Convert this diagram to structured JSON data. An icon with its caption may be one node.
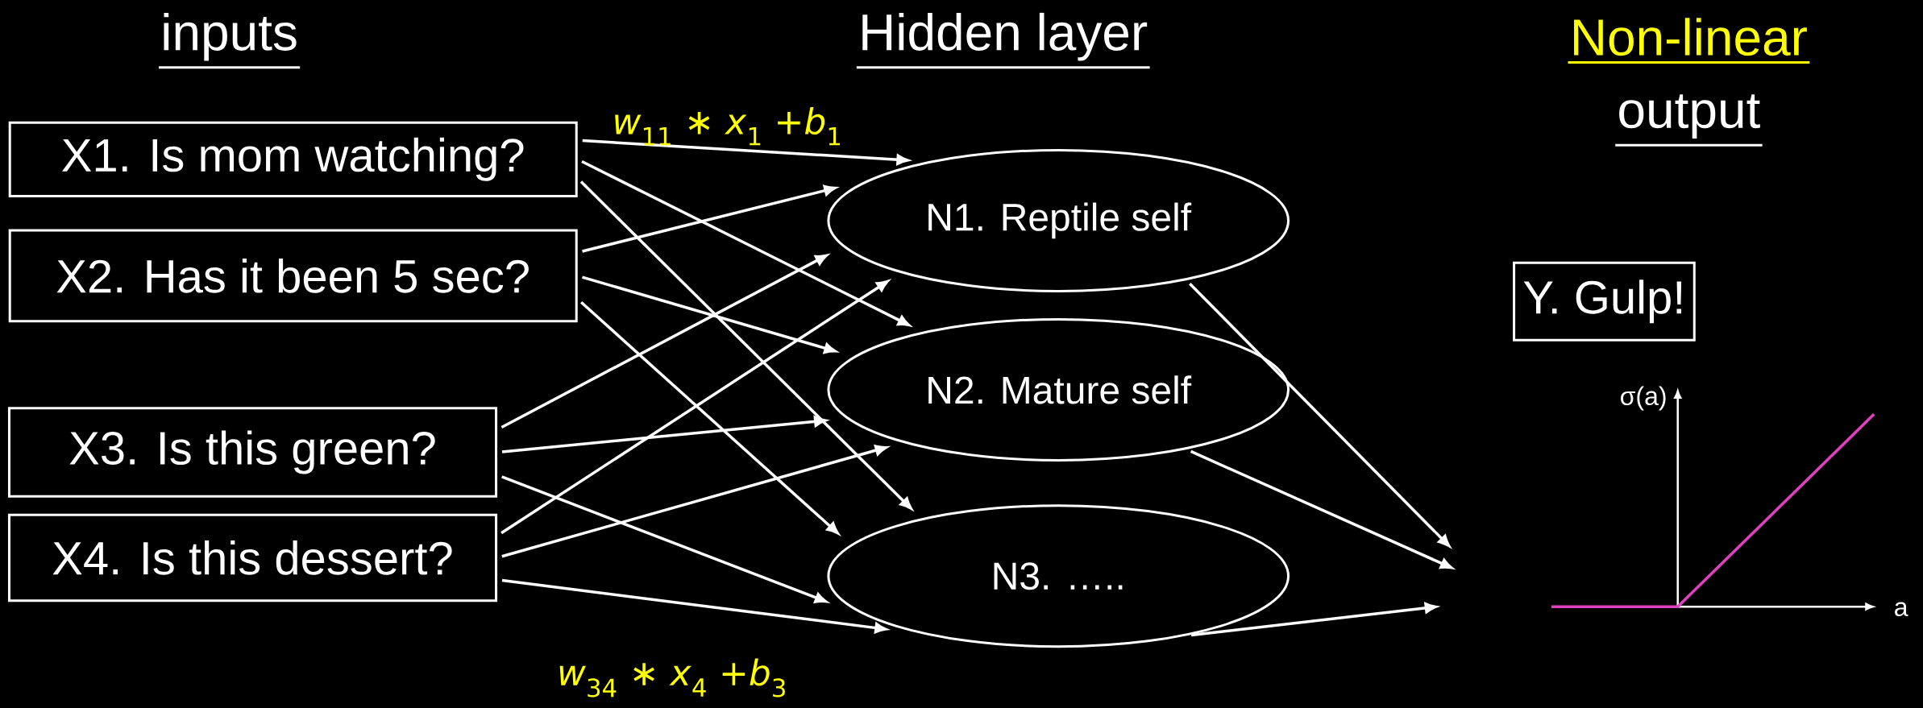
{
  "diagram": {
    "nodes": [
      {
        "text": [
          "X1. Is mom watching?"
        ]
      },
      {
        "text": [
          "X2. Has it been 5 sec?"
        ]
      },
      {
        "text": [
          "X3. Is this green?"
        ]
      },
      {
        "text": [
          "X4. Is this dessert?"
        ]
      },
      {
        "text": [
          "N1. Reptile self"
        ]
      },
      {
        "text": [
          "N2. Mature self"
        ]
      },
      {
        "text": [
          "N3. ….."
        ]
      },
      {
        "text": [
          "Y. Gulp!"
        ]
      }
    ],
    "edges": [
      {
        "from": 0,
        "to": 4,
        "arrow": "to"
      },
      {
        "from": 0,
        "to": 5,
        "arrow": "to"
      },
      {
        "from": 0,
        "to": 6,
        "arrow": "to"
      },
      {
        "from": 1,
        "to": 4,
        "arrow": "to"
      },
      {
        "from": 1,
        "to": 5,
        "arrow": "to"
      },
      {
        "from": 1,
        "to": 6,
        "arrow": "to"
      },
      {
        "from": 2,
        "to": 4,
        "arrow": "to"
      },
      {
        "from": 2,
        "to": 5,
        "arrow": "to"
      },
      {
        "from": 2,
        "to": 6,
        "arrow": "to"
      },
      {
        "from": 3,
        "to": 4,
        "arrow": "to"
      },
      {
        "from": 3,
        "to": 5,
        "arrow": "to"
      },
      {
        "from": 3,
        "to": 6,
        "arrow": "to"
      },
      {
        "from": 4,
        "to": null,
        "arrow": "to"
      },
      {
        "from": 5,
        "to": null,
        "arrow": "to"
      },
      {
        "from": 6,
        "to": null,
        "arrow": "to"
      }
    ],
    "labels": [
      "inputs",
      "Hidden layer",
      "Non-linear",
      "output",
      "*w*$_{11}$ ∗ *x*$_{1}$ +*b*$_{1}$",
      "σ(a)",
      "a",
      "*w*$_{34}$ ∗ *x*$_{4}$ +*b*$_{3}$"
    ]
  }
}
